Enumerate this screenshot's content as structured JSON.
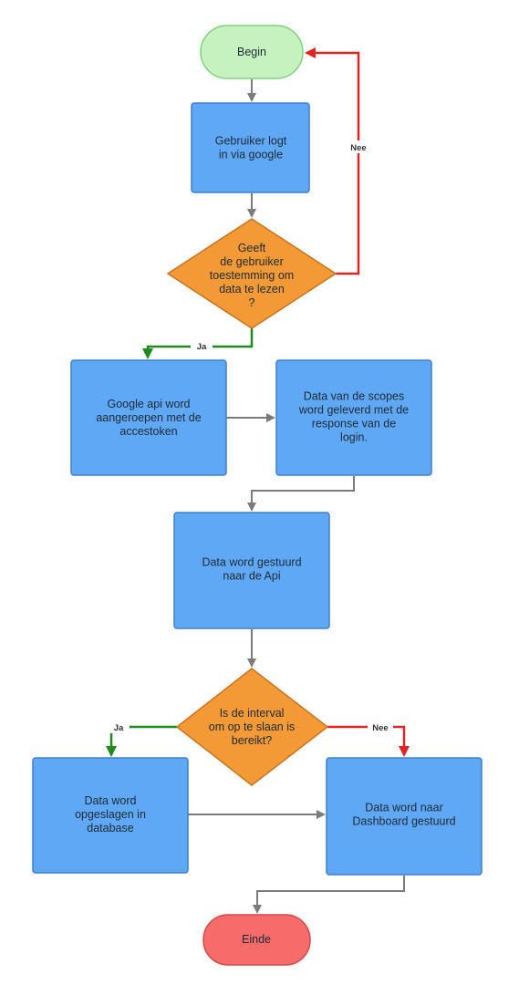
{
  "nodes": {
    "begin": {
      "lines": [
        "Begin"
      ]
    },
    "login": {
      "lines": [
        "Gebruiker logt",
        "in via google"
      ]
    },
    "consent": {
      "lines": [
        "Geeft",
        "de gebruiker",
        "toestemming om",
        "data te lezen",
        "?"
      ]
    },
    "google_api": {
      "lines": [
        "Google api word",
        "aangeroepen met de",
        "accestoken"
      ]
    },
    "scopes_data": {
      "lines": [
        "Data van de scopes",
        "word geleverd met de",
        "response van de",
        "login."
      ]
    },
    "send_api": {
      "lines": [
        "Data word gestuurd",
        "naar de Api"
      ]
    },
    "interval": {
      "lines": [
        "Is de interval",
        "om op te slaan is",
        "bereikt?"
      ]
    },
    "store_db": {
      "lines": [
        "Data word",
        "opgeslagen in",
        "database"
      ]
    },
    "dashboard": {
      "lines": [
        "Data word naar",
        "Dashboard gestuurd"
      ]
    },
    "end": {
      "lines": [
        "Einde"
      ]
    }
  },
  "edges": {
    "consent_no": "Nee",
    "consent_yes": "Ja",
    "interval_yes": "Ja",
    "interval_no": "Nee"
  },
  "colors": {
    "start": "#c6f2c0",
    "end": "#f86b6b",
    "process": "#5fa8f5",
    "decision": "#f39a36",
    "yes": "#1f8a1f",
    "no": "#e02323",
    "flow": "#7b7b7b"
  }
}
